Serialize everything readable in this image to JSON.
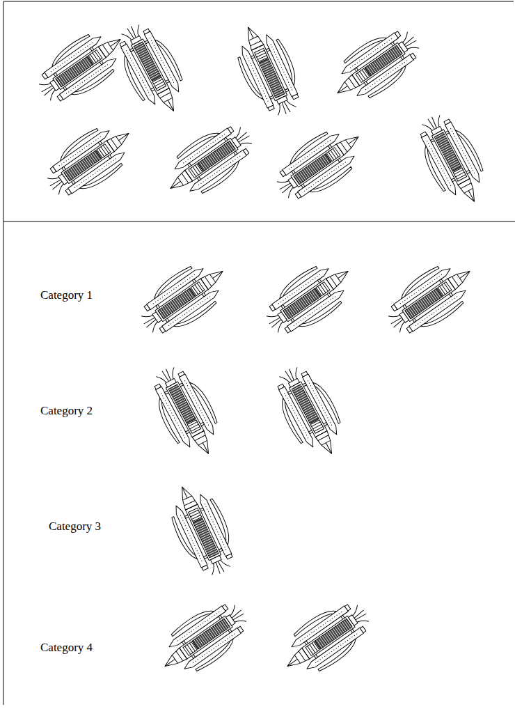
{
  "diagram": {
    "labels": [
      "Category 1",
      "Category 2",
      "Category 3",
      "Category 4"
    ]
  }
}
